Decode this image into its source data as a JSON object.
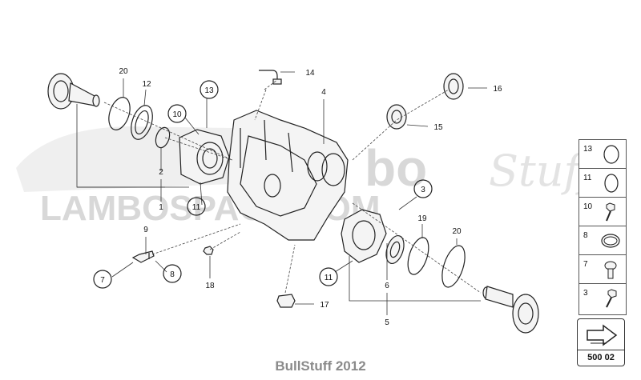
{
  "watermark": {
    "brand": "LAMBOSPACE.COM",
    "script": "Stuff",
    "bold": "bo"
  },
  "footer": "BullStuff 2012",
  "ref_code": "500 02",
  "callouts": [
    {
      "id": "c1",
      "label": "1"
    },
    {
      "id": "c2",
      "label": "2"
    },
    {
      "id": "c3",
      "label": "3"
    },
    {
      "id": "c4",
      "label": "4"
    },
    {
      "id": "c5",
      "label": "5"
    },
    {
      "id": "c6",
      "label": "6"
    },
    {
      "id": "c7",
      "label": "7"
    },
    {
      "id": "c8",
      "label": "8"
    },
    {
      "id": "c9",
      "label": "9"
    },
    {
      "id": "c10",
      "label": "10"
    },
    {
      "id": "c11a",
      "label": "11"
    },
    {
      "id": "c11b",
      "label": "11"
    },
    {
      "id": "c12",
      "label": "12"
    },
    {
      "id": "c13",
      "label": "13"
    },
    {
      "id": "c14",
      "label": "14"
    },
    {
      "id": "c15",
      "label": "15"
    },
    {
      "id": "c16",
      "label": "16"
    },
    {
      "id": "c17",
      "label": "17"
    },
    {
      "id": "c18",
      "label": "18"
    },
    {
      "id": "c19",
      "label": "19"
    },
    {
      "id": "c20a",
      "label": "20"
    },
    {
      "id": "c20b",
      "label": "20"
    }
  ],
  "legend": [
    {
      "label": "13",
      "icon": "o-ring-icon"
    },
    {
      "label": "11",
      "icon": "o-ring-icon"
    },
    {
      "label": "10",
      "icon": "bolt-icon"
    },
    {
      "label": "8",
      "icon": "hose-clamp-icon"
    },
    {
      "label": "7",
      "icon": "flange-bolt-icon"
    },
    {
      "label": "3",
      "icon": "bolt-icon"
    }
  ]
}
